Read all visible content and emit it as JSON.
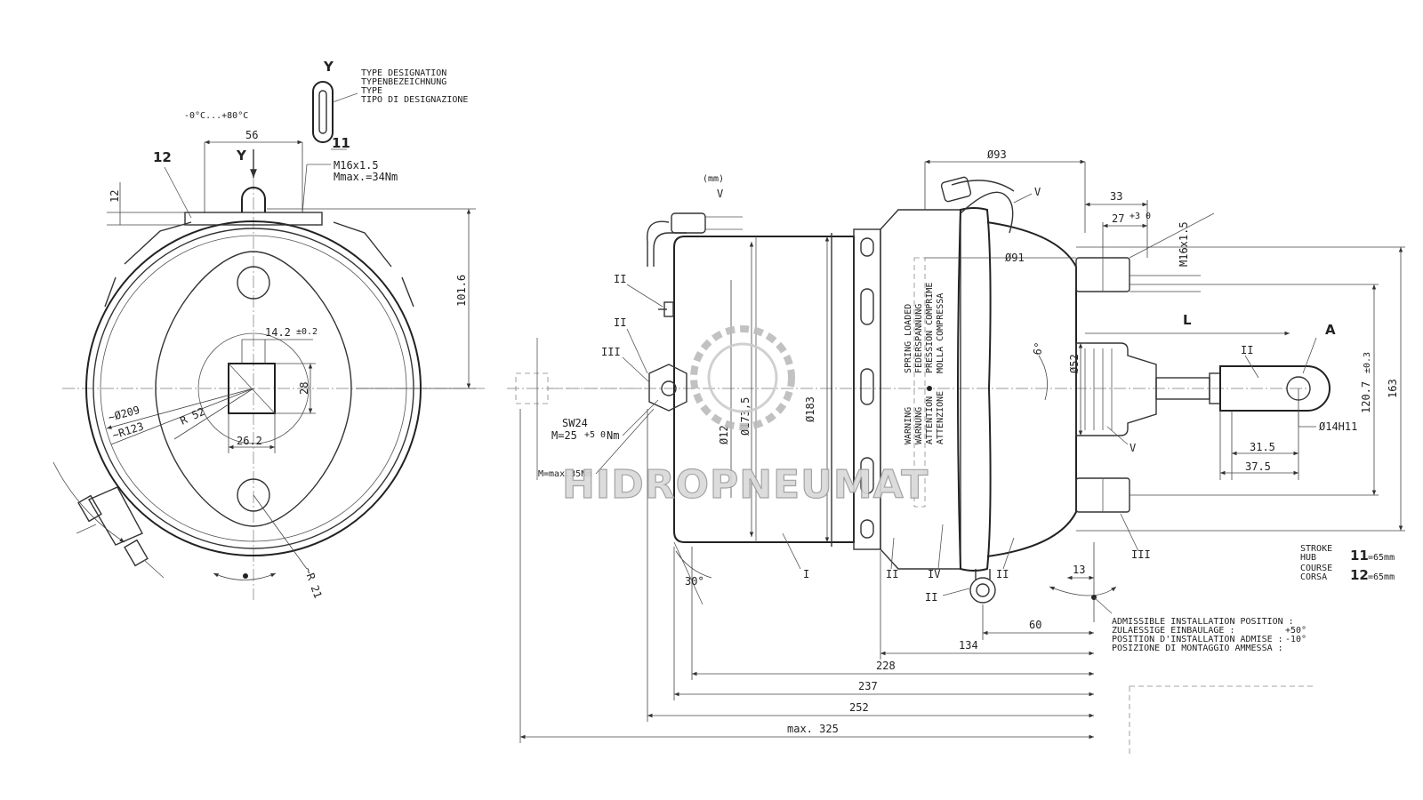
{
  "type_box": {
    "arrow": "Y",
    "lines": [
      "TYPE DESIGNATION",
      "TYPENBEZEICHNUNG",
      "TYPE",
      "TIPO DI DESIGNAZIONE"
    ]
  },
  "temperature": "-0°C...+80°C",
  "front_view": {
    "dims": {
      "d56": "56",
      "d12": "12",
      "d101": "101.6",
      "d14": "14.2",
      "d14tol": "±0.2",
      "d28": "28",
      "d26": "26.2",
      "d209": "~Ø209",
      "r123": "~R123",
      "r52": "R 52",
      "r21": "~R 21"
    },
    "callouts": {
      "c12": "12",
      "c11": "11",
      "y": "Y"
    },
    "thread": "M16x1.5",
    "torque": "Mmax.=34Nm"
  },
  "side_view": {
    "unit": "(mm)",
    "dims": {
      "d93": "Ø93",
      "d91": "Ø91",
      "d33": "33",
      "d27": "27",
      "d27tol": "+3 0",
      "m16": "M16x1.5",
      "d52": "Ø52",
      "d6": "6°",
      "d183": "Ø183",
      "d173": "Ø173,5",
      "d12x": "Ø12",
      "d120": "120.7",
      "d120tol": "±0.3",
      "d163": "163",
      "d14h": "Ø14H11",
      "d31": "31.5",
      "d37": "37.5",
      "d13": "13",
      "d60": "60",
      "d134": "134",
      "d228": "228",
      "d237": "237",
      "d252": "252",
      "d325": "max. 325",
      "d30": "30°"
    },
    "sw": "SW24",
    "torque_m": "M=25",
    "torque_m_tol": "+5 0",
    "torque_m_unit": "Nm",
    "torque_nut": "M=max.35Nm",
    "labels": {
      "L": "L",
      "A": "A",
      "V": "V",
      "I": "I",
      "II": "II",
      "III": "III",
      "IV": "IV"
    },
    "spring_text": [
      "SPRING LOADED",
      "FEDERSPANNUNG",
      "PRESSION COMPRIME",
      "MOLLA COMPRESSA"
    ],
    "warning_text": [
      "WARNING",
      "WARNUNG",
      "ATTENTION",
      "ATTENZIONE"
    ],
    "install_lines": [
      "ADMISSIBLE INSTALLATION POSITION :",
      "ZULAESSIGE EINBAULAGE :",
      "POSITION D'INSTALLATION ADMISE :",
      "POSIZIONE DI MONTAGGIO AMMESSA :"
    ],
    "install_values": [
      "+50°",
      "-10°"
    ]
  },
  "stroke_box": {
    "labels": [
      "STROKE",
      "HUB",
      "COURSE",
      "CORSA"
    ],
    "v11": "11",
    "v11unit": "=65mm",
    "v12": "12",
    "v12unit": "=65mm"
  },
  "watermark": "HIDROPNEUMAT"
}
